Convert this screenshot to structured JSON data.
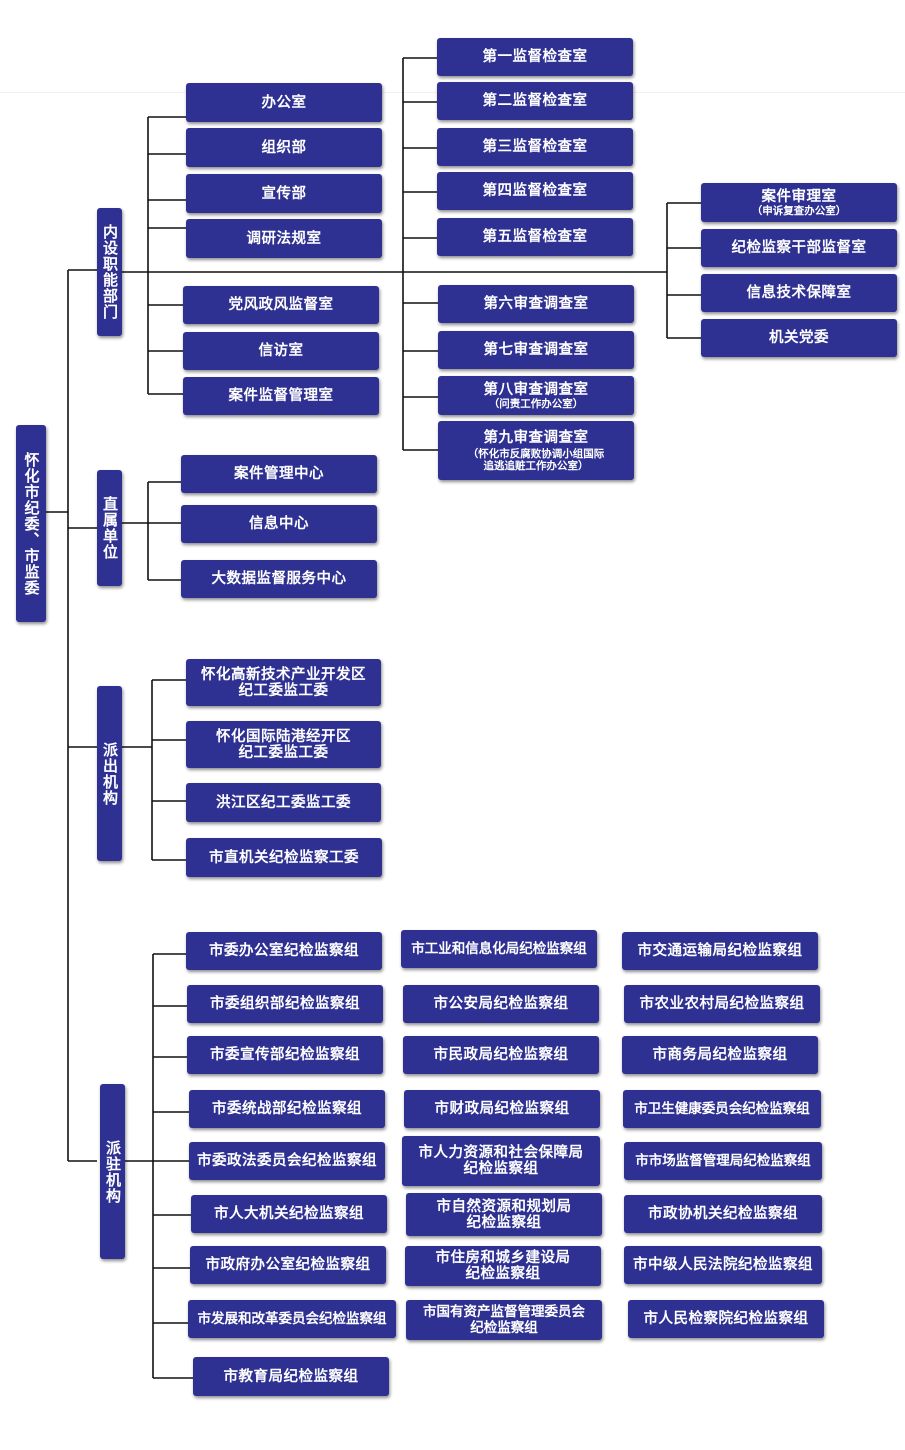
{
  "root": "怀化市纪委、市监委",
  "categories": [
    "内设职能部门",
    "直属单位",
    "派出机构",
    "派驻机构"
  ],
  "neishe": {
    "left": [
      "办公室",
      "组织部",
      "宣传部",
      "调研法规室",
      "党风政风监督室",
      "信访室",
      "案件监督管理室"
    ],
    "middle": [
      {
        "label": "第一监督检查室"
      },
      {
        "label": "第二监督检查室"
      },
      {
        "label": "第三监督检查室"
      },
      {
        "label": "第四监督检查室"
      },
      {
        "label": "第五监督检查室"
      },
      {
        "label": "第六审查调查室"
      },
      {
        "label": "第七审查调查室"
      },
      {
        "label": "第八审查调查室",
        "sub": "（问责工作办公室）"
      },
      {
        "label": "第九审查调查室",
        "sub1": "（怀化市反腐败协调小组国际",
        "sub2": "追逃追赃工作办公室）"
      }
    ],
    "right": [
      {
        "label": "案件审理室",
        "sub": "（申诉复查办公室）"
      },
      {
        "label": "纪检监察干部监督室"
      },
      {
        "label": "信息技术保障室"
      },
      {
        "label": "机关党委"
      }
    ]
  },
  "zhishu": [
    "案件管理中心",
    "信息中心",
    "大数据监督服务中心"
  ],
  "paichu": [
    {
      "l1": "怀化高新技术产业开发区",
      "l2": "纪工委监工委"
    },
    {
      "l1": "怀化国际陆港经开区",
      "l2": "纪工委监工委"
    },
    {
      "l1": "洪江区纪工委监工委"
    },
    {
      "l1": "市直机关纪检监察工委"
    }
  ],
  "paizhu": {
    "col1": [
      "市委办公室纪检监察组",
      "市委组织部纪检监察组",
      "市委宣传部纪检监察组",
      "市委统战部纪检监察组",
      "市委政法委员会纪检监察组",
      "市人大机关纪检监察组",
      "市政府办公室纪检监察组",
      "市发展和改革委员会纪检监察组",
      "市教育局纪检监察组"
    ],
    "col2": [
      {
        "l1": "市工业和信息化局纪检监察组"
      },
      {
        "l1": "市公安局纪检监察组"
      },
      {
        "l1": "市民政局纪检监察组"
      },
      {
        "l1": "市财政局纪检监察组"
      },
      {
        "l1": "市人力资源和社会保障局",
        "l2": "纪检监察组"
      },
      {
        "l1": "市自然资源和规划局",
        "l2": "纪检监察组"
      },
      {
        "l1": "市住房和城乡建设局",
        "l2": "纪检监察组"
      },
      {
        "l1": "市国有资产监督管理委员会",
        "l2": "纪检监察组"
      }
    ],
    "col3": [
      "市交通运输局纪检监察组",
      "市农业农村局纪检监察组",
      "市商务局纪检监察组",
      "市卫生健康委员会纪检监察组",
      "市市场监督管理局纪检监察组",
      "市政协机关纪检监察组",
      "市中级人民法院纪检监察组",
      "市人民检察院纪检监察组"
    ]
  },
  "colors": {
    "box": "#2e3192",
    "line": "#111111",
    "text": "#ffffff"
  }
}
